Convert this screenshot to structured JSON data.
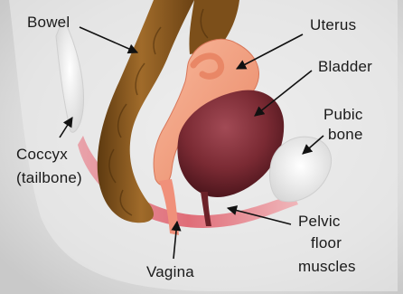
{
  "labels": {
    "bowel": "Bowel",
    "uterus": "Uterus",
    "bladder": "Bladder",
    "pubic_line1": "Pubic",
    "pubic_line2": "bone",
    "coccyx_line1": "Coccyx",
    "coccyx_line2": "(tailbone)",
    "pelvic_line1": "Pelvic",
    "pelvic_line2": "floor",
    "pelvic_line3": "muscles",
    "vagina": "Vagina"
  },
  "colors": {
    "background": "#e6e6e6",
    "bowel": "#8b5a1e",
    "uterus": "#f4a07f",
    "bladder": "#7a2a33",
    "pelvic_floor": "#e3707a",
    "bone": "#f4f4f4",
    "label_text": "#1a1a1a"
  }
}
